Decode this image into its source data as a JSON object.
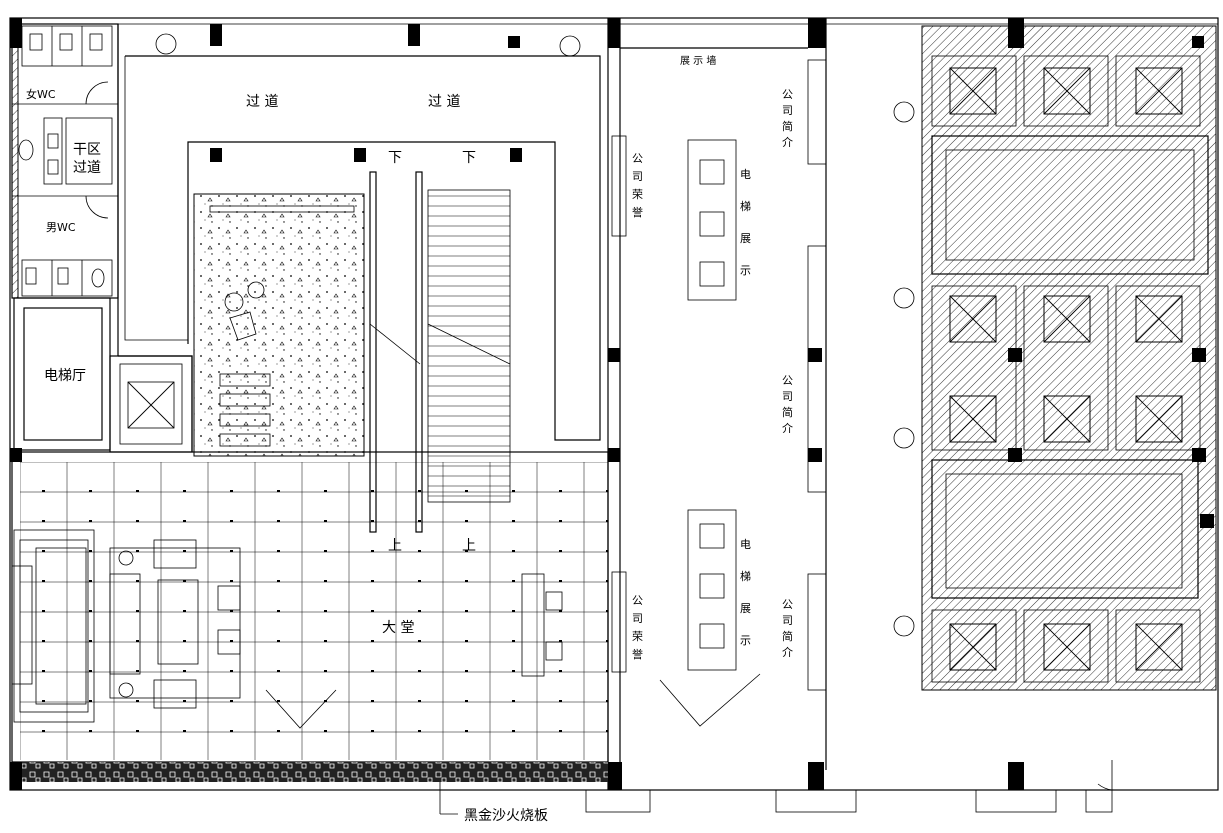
{
  "labels": {
    "corridor": "过 道",
    "corridor2": "过 道",
    "dry_area": [
      "干区",
      "过道"
    ],
    "female_wc": "女WC",
    "male_wc": "男WC",
    "elevator_hall": "电梯厅",
    "lobby": "大 堂",
    "down": "下",
    "up": "上",
    "display_wall": "展 示 墙",
    "elevator_display": "电梯展示",
    "company_intro": "公司简介",
    "company_honor": "公司荣誉",
    "material_note": "黑金沙火烧板"
  }
}
